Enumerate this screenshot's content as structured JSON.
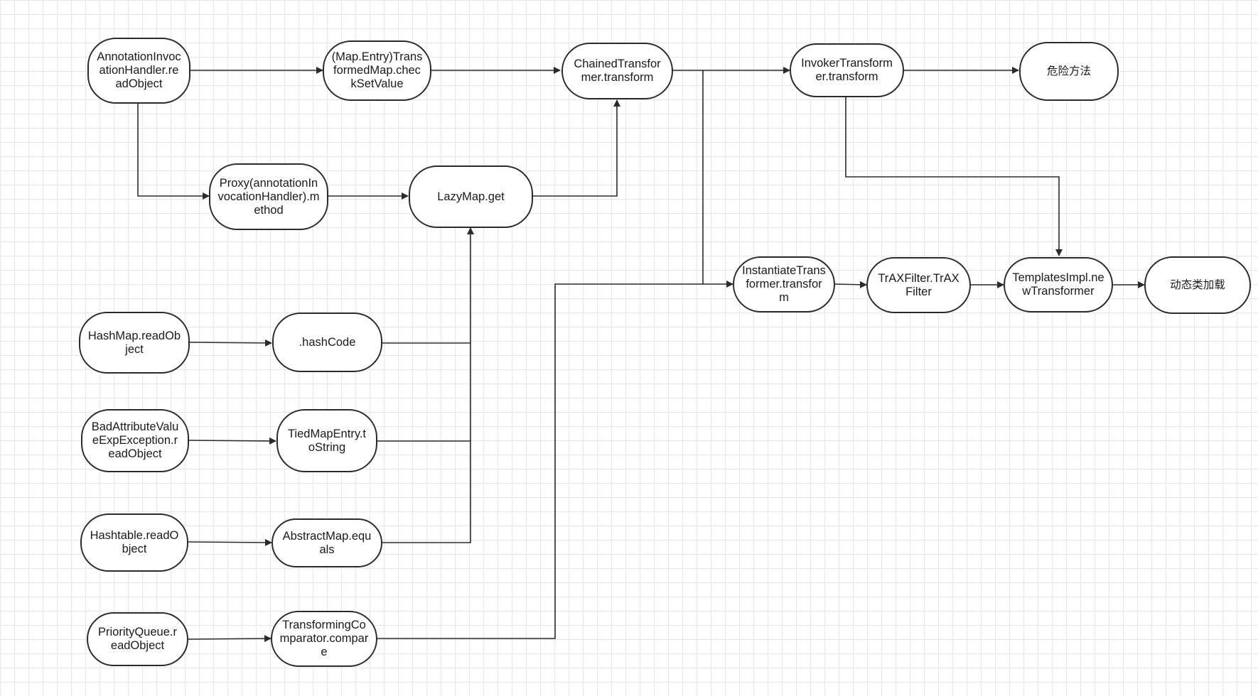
{
  "nodes": {
    "annotation_readobject": "AnnotationInvocationHandler.readObject",
    "checksetvalue": "(Map.Entry)TransformedMap.checkSetValue",
    "chained_transform": "ChainedTransformer.transform",
    "invoker_transform": "InvokerTransformer.transform",
    "danger_method": "危险方法",
    "proxy_method": "Proxy(annotationInvocationHandler).method",
    "lazymap_get": "LazyMap.get",
    "instantiate_transform": "InstantiateTransformer.transform",
    "traxfilter": "TrAXFilter.TrAXFilter",
    "templatesimpl": "TemplatesImpl.newTransformer",
    "dynamic_class_loading": "动态类加载",
    "hashmap_readobject": "HashMap.readObject",
    "hashcode": ".hashCode",
    "badattr_readobject": "BadAttributeValueExpException.readObject",
    "tiedmapentry_tostring": "TiedMapEntry.toString",
    "hashtable_readobject": "Hashtable.readObject",
    "abstractmap_equals": "AbstractMap.equals",
    "priorityqueue_readobject": "PriorityQueue.readObject",
    "transformingcomparator": "TransformingComparator.compare"
  },
  "colors": {
    "stroke": "#2b2b2b",
    "grid": "#e6e6e6",
    "background": "#ffffff"
  }
}
